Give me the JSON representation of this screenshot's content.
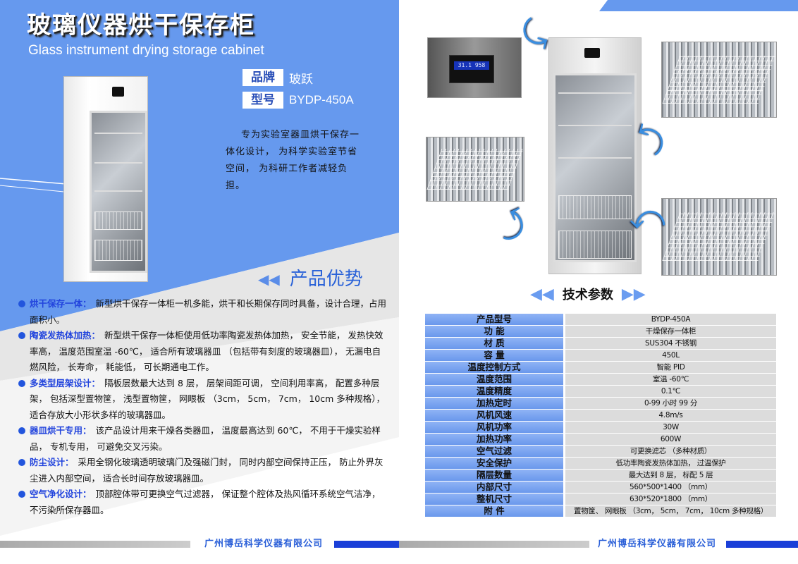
{
  "left": {
    "title_cn": "玻璃仪器烘干保存柜",
    "title_en": "Glass instrument drying storage cabinet",
    "brand_label": "品牌",
    "brand_value": "玻跃",
    "model_label": "型号",
    "model_value": "BYDP-450A",
    "intro": "专为实验室器皿烘干保存一体化设计， 为科学实验室节省空间， 为科研工作者减轻负担。",
    "advantages_title": "产品优势",
    "features": [
      {
        "heading": "烘干保存一体：",
        "text": "新型烘干保存一体柜一机多能，烘干和长期保存同时具备，设计合理，占用面积小。"
      },
      {
        "heading": "陶瓷发热体加热：",
        "text": "新型烘干保存一体柜使用低功率陶瓷发热体加热， 安全节能， 发热快效率高， 温度范围室温 -60℃， 适合所有玻璃器皿 （包括带有刻度的玻璃器皿）， 无漏电自燃风险， 长寿命， 耗能低， 可长期通电工作。"
      },
      {
        "heading": "多类型层架设计：",
        "text": "隔板层数最大达到 8 层， 层架间距可调， 空间利用率高， 配置多种层架， 包括深型置物筐， 浅型置物筐， 网眼板 （3cm， 5cm， 7cm， 10cm 多种规格）， 适合存放大小形状多样的玻璃器皿。"
      },
      {
        "heading": "器皿烘干专用：",
        "text": "该产品设计用来干燥各类器皿， 温度最高达到 60℃， 不用于干燥实验样品， 专机专用， 可避免交叉污染。"
      },
      {
        "heading": "防尘设计：",
        "text": "采用全钢化玻璃透明玻璃门及强磁门封， 同时内部空间保持正压， 防止外界灰尘进入内部空间， 适合长时间存放玻璃器皿。"
      },
      {
        "heading": "空气净化设计：",
        "text": "顶部腔体带可更换空气过滤器， 保证整个腔体及热风循环系统空气洁净， 不污染所保存器皿。"
      }
    ],
    "footer_company": "广州博岳科学仪器有限公司"
  },
  "right": {
    "display_reading": "31.1 958",
    "specs_title": "技术参数",
    "specs": [
      [
        "产品型号",
        "BYDP-450A"
      ],
      [
        "功  能",
        "干燥保存一体柜"
      ],
      [
        "材  质",
        "SUS304 不锈钢"
      ],
      [
        "容  量",
        "450L"
      ],
      [
        "温度控制方式",
        "智能 PID"
      ],
      [
        "温度范围",
        "室温 -60℃"
      ],
      [
        "温度精度",
        "0.1℃"
      ],
      [
        "加热定时",
        "0-99 小时 99 分"
      ],
      [
        "风机风速",
        "4.8m/s"
      ],
      [
        "风机功率",
        "30W"
      ],
      [
        "加热功率",
        "600W"
      ],
      [
        "空气过滤",
        "可更换滤芯 （多种材质）"
      ],
      [
        "安全保护",
        "低功率陶瓷发热体加热， 过温保护"
      ],
      [
        "隔层数量",
        "最大达到 8 层， 标配 5 层"
      ],
      [
        "内部尺寸",
        "560*500*1400 （mm）"
      ],
      [
        "整机尺寸",
        "630*520*1800 （mm）"
      ],
      [
        "附  件",
        "置物筐、 网眼板 （3cm， 5cm， 7cm， 10cm 多种规格）"
      ]
    ],
    "footer_company": "广州博岳科学仪器有限公司"
  },
  "colors": {
    "brand_blue": "#6699ee",
    "heading_blue": "#2a62d8",
    "table_key": "#7ea6f0",
    "table_value": "#dcdcdc"
  }
}
